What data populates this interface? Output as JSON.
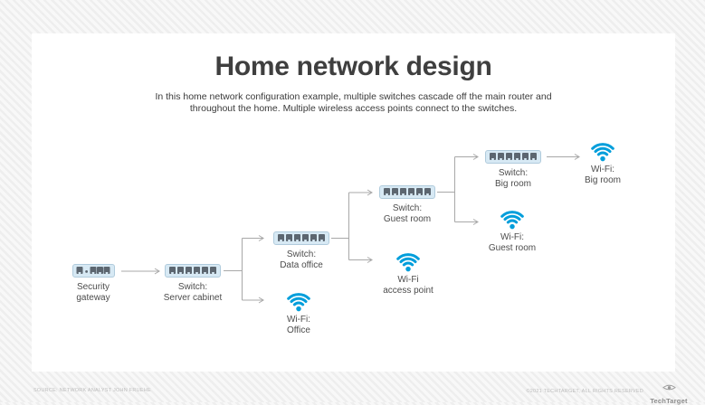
{
  "header": {
    "title": "Home network design",
    "subtitle_line1": "In this home network configuration example, multiple switches cascade off the main router and",
    "subtitle_line2": "throughout the home. Multiple wireless access points connect to the switches."
  },
  "nodes": [
    {
      "id": "security-gateway",
      "type": "gateway",
      "label_line1": "Security",
      "label_line2": "gateway"
    },
    {
      "id": "switch-server-cabinet",
      "type": "switch",
      "label_line1": "Switch:",
      "label_line2": "Server cabinet"
    },
    {
      "id": "switch-data-office",
      "type": "switch",
      "label_line1": "Switch:",
      "label_line2": "Data office"
    },
    {
      "id": "wifi-office",
      "type": "wifi-access-point",
      "label_line1": "Wi-Fi:",
      "label_line2": "Office"
    },
    {
      "id": "switch-guest-room",
      "type": "switch",
      "label_line1": "Switch:",
      "label_line2": "Guest room"
    },
    {
      "id": "wifi-access-point",
      "type": "wifi-access-point",
      "label_line1": "Wi-Fi",
      "label_line2": "access point"
    },
    {
      "id": "switch-big-room",
      "type": "switch",
      "label_line1": "Switch:",
      "label_line2": "Big room"
    },
    {
      "id": "wifi-guest-room",
      "type": "wifi-access-point",
      "label_line1": "Wi-Fi:",
      "label_line2": "Guest room"
    },
    {
      "id": "wifi-big-room",
      "type": "wifi-access-point",
      "label_line1": "Wi-Fi:",
      "label_line2": "Big room"
    }
  ],
  "connections": [
    {
      "from": "security-gateway",
      "to": "switch-server-cabinet"
    },
    {
      "from": "switch-server-cabinet",
      "to": "switch-data-office"
    },
    {
      "from": "switch-server-cabinet",
      "to": "wifi-office"
    },
    {
      "from": "switch-data-office",
      "to": "switch-guest-room"
    },
    {
      "from": "switch-data-office",
      "to": "wifi-access-point"
    },
    {
      "from": "switch-guest-room",
      "to": "switch-big-room"
    },
    {
      "from": "switch-guest-room",
      "to": "wifi-guest-room"
    },
    {
      "from": "switch-big-room",
      "to": "wifi-big-room"
    }
  ],
  "colors": {
    "wifi_blue": "#009edb",
    "device_fill": "#d7e9f4",
    "device_border": "#b0cbdc",
    "port_gray": "#5c6670",
    "connector_gray": "#a8a8a8",
    "title_color": "#3f3f3f"
  },
  "footer": {
    "source": "SOURCE: NETWORK ANALYST JOHN FRUEHE",
    "copyright": "©2021 TECHTARGET, ALL RIGHTS RESERVED",
    "brand": "TechTarget"
  }
}
